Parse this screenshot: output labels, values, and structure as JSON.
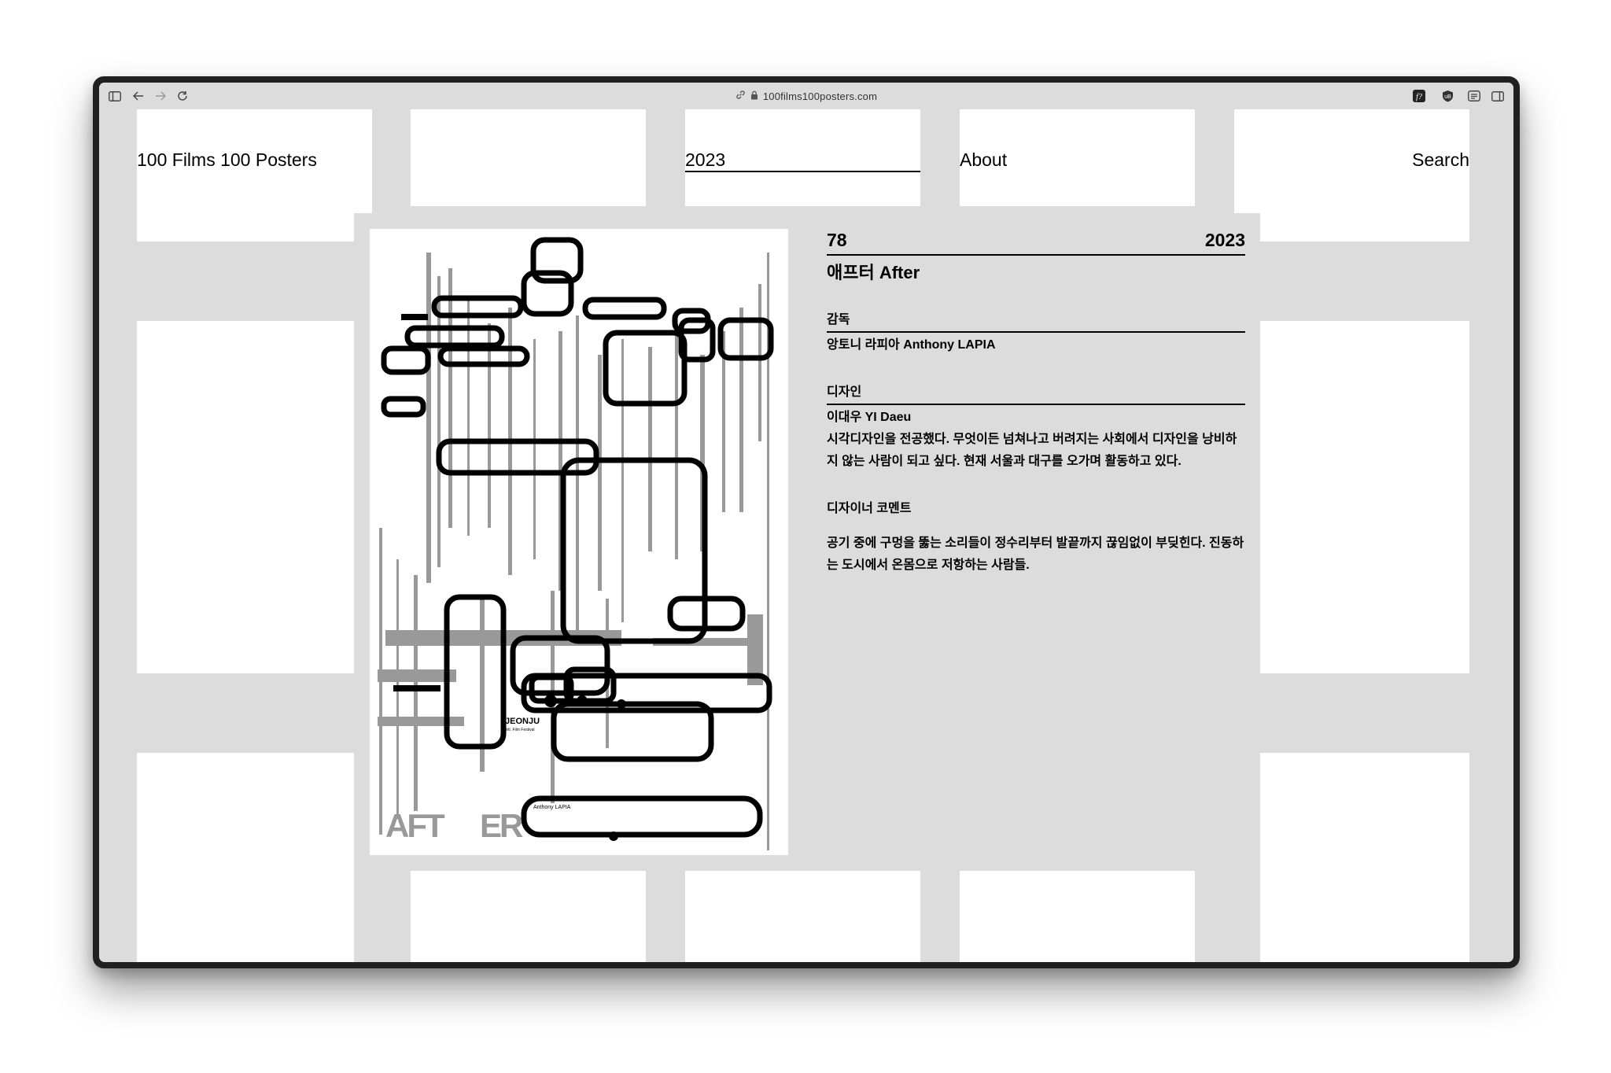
{
  "browser": {
    "url": "100films100posters.com",
    "icons": [
      "sidebar-icon",
      "back-icon",
      "forward-icon",
      "reload-icon",
      "link-icon",
      "lock-icon",
      "extension-icon",
      "shield-icon",
      "reader-icon",
      "split-view-icon"
    ]
  },
  "nav": {
    "site_title": "100 Films 100 Posters",
    "year": "2023",
    "about": "About",
    "search": "Search"
  },
  "detail": {
    "number": "78",
    "year": "2023",
    "title": "애프터 After",
    "director_heading": "감독",
    "director": "앙토니 라피아 Anthony LAPIA",
    "designer_heading": "디자인",
    "designer": "이대우 YI Daeu",
    "designer_bio": "시각디자인을 전공했다. 무엇이든 넘쳐나고 버려지는 사회에서 디자인을 낭비하지 않는 사람이 되고 싶다. 현재 서울과 대구를 오가며 활동하고 있다.",
    "comment_heading": "디자이너 코멘트",
    "comment": "공기 중에 구멍을 뚫는 소리들이 정수리부터 발끝까지 끊임없이 부딪힌다. 진동하는 도시에서 온몸으로 저항하는 사람들."
  },
  "poster": {
    "festival": "JEONJU",
    "festival_sub": "Intl. Film Festival",
    "director_credit": "Anthony LAPIA",
    "title_letters_left": "AFT",
    "title_letters_right": "ER"
  },
  "colors": {
    "page_bg": "#dcdcdc",
    "tile": "#ffffff",
    "ink": "#000000"
  }
}
